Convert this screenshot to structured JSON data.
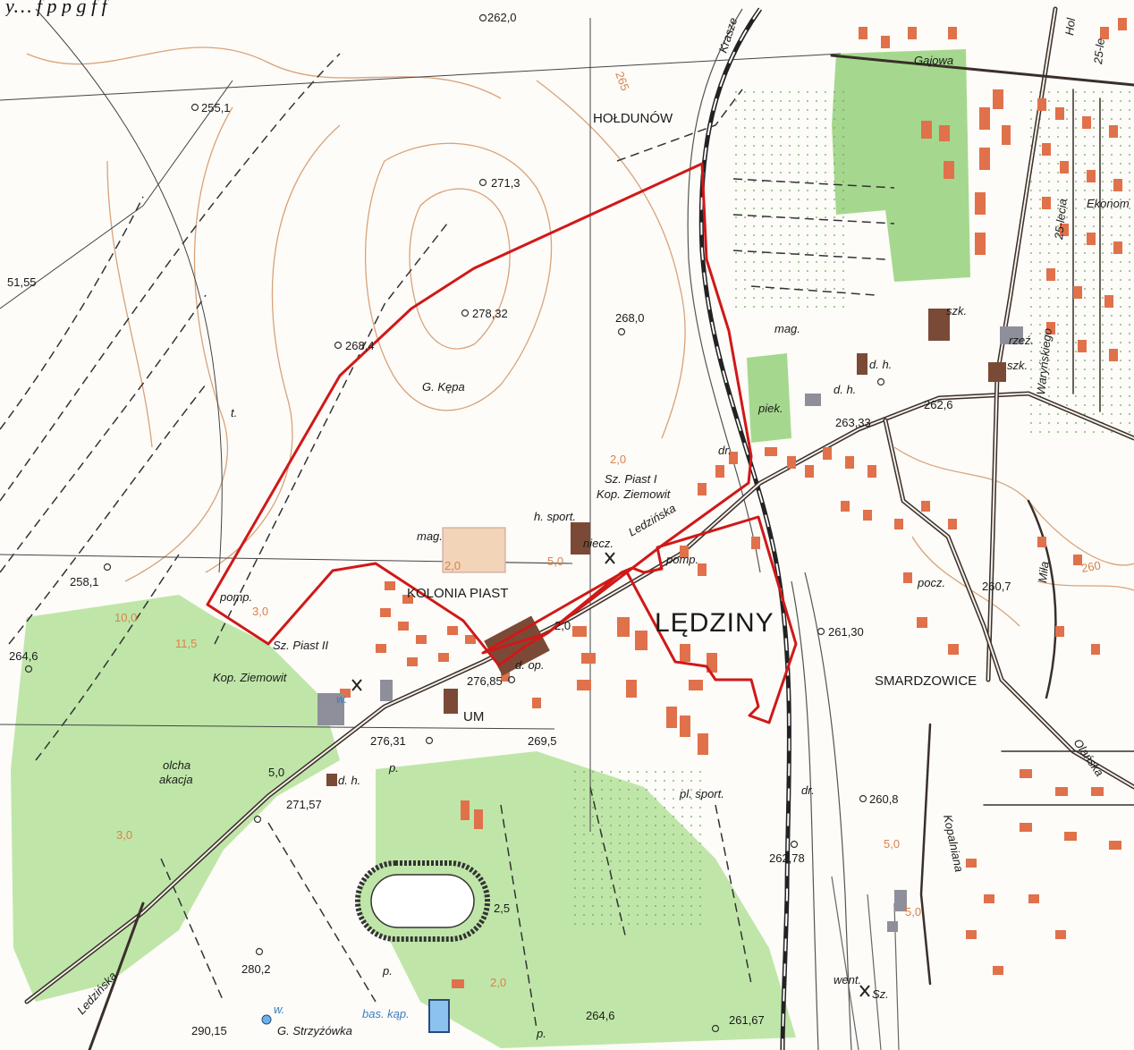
{
  "caption": "y…                               f                 p      p g    f     f",
  "colors": {
    "forest": "#bfe6a8",
    "forest_dark": "#a5d88e",
    "building_red": "#e0714a",
    "building_brown": "#7a4a36",
    "building_gray": "#8e8f9a",
    "boundary": "#d01818",
    "road": "#3a2f2a",
    "contour": "#d9a27a",
    "water": "#3a7fc4"
  },
  "labels": {
    "place_holdunow": "HOŁDUNÓW",
    "place_ledziny": "LĘDZINY",
    "place_kolonia_piast": "KOLONIA PIAST",
    "place_smardzowice": "SMARDZOWICE",
    "hill_g_kepa": "G. Kępa",
    "hill_g_strzyzowka": "G. Strzyżówka",
    "mine_sz_piast_1": "Sz. Piast I",
    "mine_kop_ziemowit_1": "Kop. Ziemowit",
    "mine_sz_piast_2": "Sz. Piast II",
    "mine_kop_ziemowit_2": "Kop. Ziemowit",
    "street_ledzinska": "Ledzińska",
    "street_ledzinska_2": "Ledzińska",
    "street_gajowa": "Gajowa",
    "street_ekonom": "Ekonom",
    "street_25_lecia": "25-lecia",
    "street_25_le": "25-le",
    "street_warynskiego": "Waryńskiego",
    "street_mila": "Miła",
    "street_olanska": "Olańska",
    "street_kopalniana": "Kopalniana",
    "street_krasze": "Krasze",
    "street_hol": "Hol",
    "forest_olcha": "olcha",
    "forest_akacja": "akacja",
    "abbr_mag_1": "mag.",
    "abbr_mag_2": "mag.",
    "abbr_h_sport": "h. sport.",
    "abbr_pomp_1": "pomp.",
    "abbr_pomp_2": "pomp.",
    "abbr_niecz": "niecz.",
    "abbr_d_op": "d. op.",
    "abbr_um": "UM",
    "abbr_pl_sport": "pl. sport.",
    "abbr_szk_1": "szk.",
    "abbr_szk_2": "szk.",
    "abbr_rzez": "rzeź.",
    "abbr_dh_1": "d. h.",
    "abbr_dh_2": "d. h.",
    "abbr_dh_3": "d. h.",
    "abbr_piek": "piek.",
    "abbr_dr_1": "dr.",
    "abbr_dr_2": "dr.",
    "abbr_pocz": "pocz.",
    "abbr_went": "went.",
    "abbr_bas_kap": "bas. kąp.",
    "abbr_p_1": "p.",
    "abbr_p_2": "p.",
    "abbr_p_3": "p.",
    "abbr_w_1": "w.",
    "abbr_w_2": "w.",
    "abbr_sz": "Sz.",
    "abbr_t": "t."
  },
  "elevations": {
    "e262_0": "262,0",
    "e255_1": "255,1",
    "e271_3": "271,3",
    "e51_55": "51,55",
    "e278_32": "278,32",
    "e268_0": "268,0",
    "e268_4": "268,4",
    "e262_6": "262,6",
    "e263_33": "263,33",
    "e258_1": "258,1",
    "e264_6a": "264,6",
    "e276_85": "276,85",
    "e276_31": "276,31",
    "e269_5": "269,5",
    "e271_57": "271,57",
    "e261_30": "261,30",
    "e260_7": "260,7",
    "e260_8": "260,8",
    "e262_78": "262,78",
    "e280_2": "280,2",
    "e290_15": "290,15",
    "e264_6b": "264,6",
    "e261_67": "261,67",
    "e265": "265",
    "e260": "260"
  },
  "depths": {
    "d2_0a": "2,0",
    "d2_0b": "2,0",
    "d2_0c": "2,0",
    "d2_0d": "2,0",
    "d5_0a": "5,0",
    "d5_0b": "5,0",
    "d5_0c": "5,0",
    "d5_0d": "5,0",
    "d3_0a": "3,0",
    "d3_0b": "3,0",
    "d10_0": "10,0",
    "d11_5": "11,5",
    "d2_5": "2,5"
  }
}
